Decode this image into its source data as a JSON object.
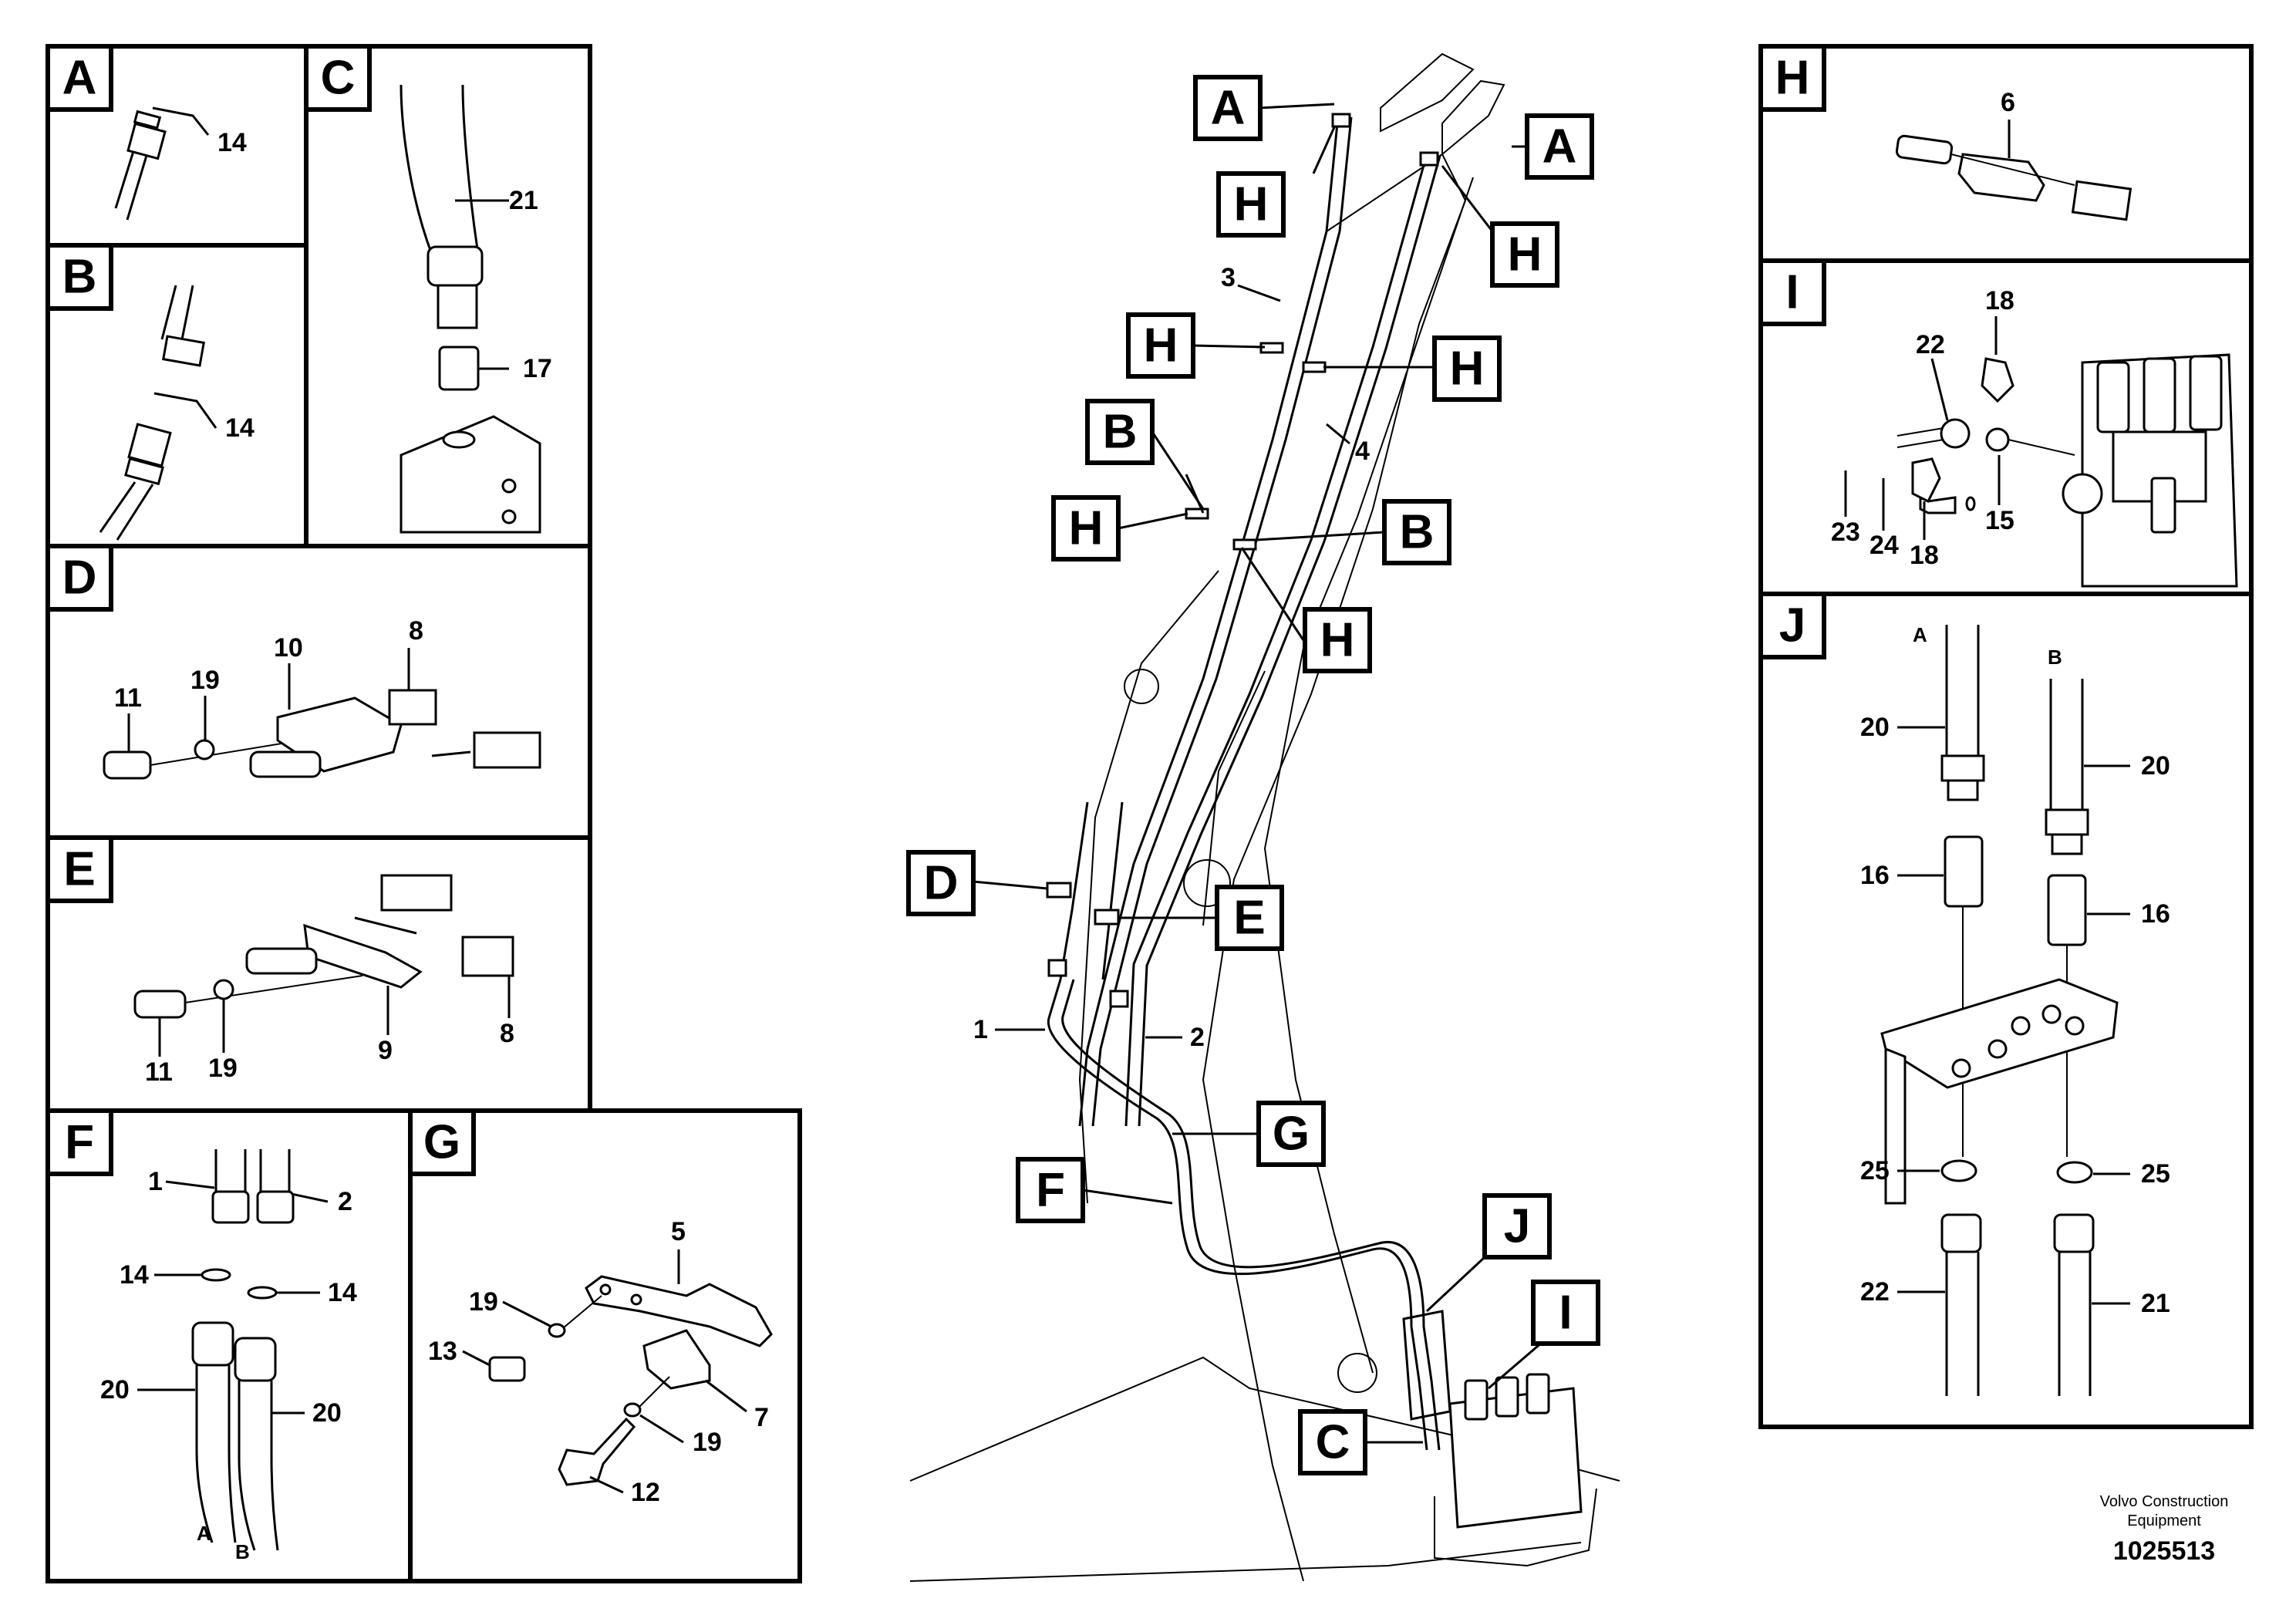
{
  "panels": {
    "A": {
      "tag": "A",
      "labels": [
        "14"
      ]
    },
    "B": {
      "tag": "B",
      "labels": [
        "14"
      ]
    },
    "C": {
      "tag": "C",
      "labels": [
        "21",
        "17"
      ]
    },
    "D": {
      "tag": "D",
      "labels": [
        "8",
        "10",
        "11",
        "19"
      ]
    },
    "E": {
      "tag": "E",
      "labels": [
        "11",
        "19",
        "9",
        "8"
      ]
    },
    "F": {
      "tag": "F",
      "labels": [
        "1",
        "2",
        "14",
        "14",
        "20",
        "20"
      ],
      "ports": [
        "A",
        "B"
      ]
    },
    "G": {
      "tag": "G",
      "labels": [
        "5",
        "19",
        "13",
        "7",
        "19",
        "12"
      ]
    },
    "H": {
      "tag": "H",
      "labels": [
        "6"
      ]
    },
    "I": {
      "tag": "I",
      "labels": [
        "18",
        "22",
        "15",
        "23",
        "24",
        "18"
      ]
    },
    "J": {
      "tag": "J",
      "labels": [
        "20",
        "20",
        "16",
        "16",
        "25",
        "25",
        "22",
        "21"
      ],
      "ports": [
        "A",
        "B"
      ]
    }
  },
  "main": {
    "callouts": [
      "A",
      "A",
      "H",
      "H",
      "H",
      "H",
      "B",
      "B",
      "H",
      "H",
      "D",
      "E",
      "G",
      "F",
      "J",
      "I",
      "C"
    ],
    "labels": [
      "3",
      "4",
      "1",
      "2"
    ]
  },
  "footer": {
    "brand_line1": "Volvo Construction",
    "brand_line2": "Equipment",
    "drawing_number": "1025513"
  }
}
